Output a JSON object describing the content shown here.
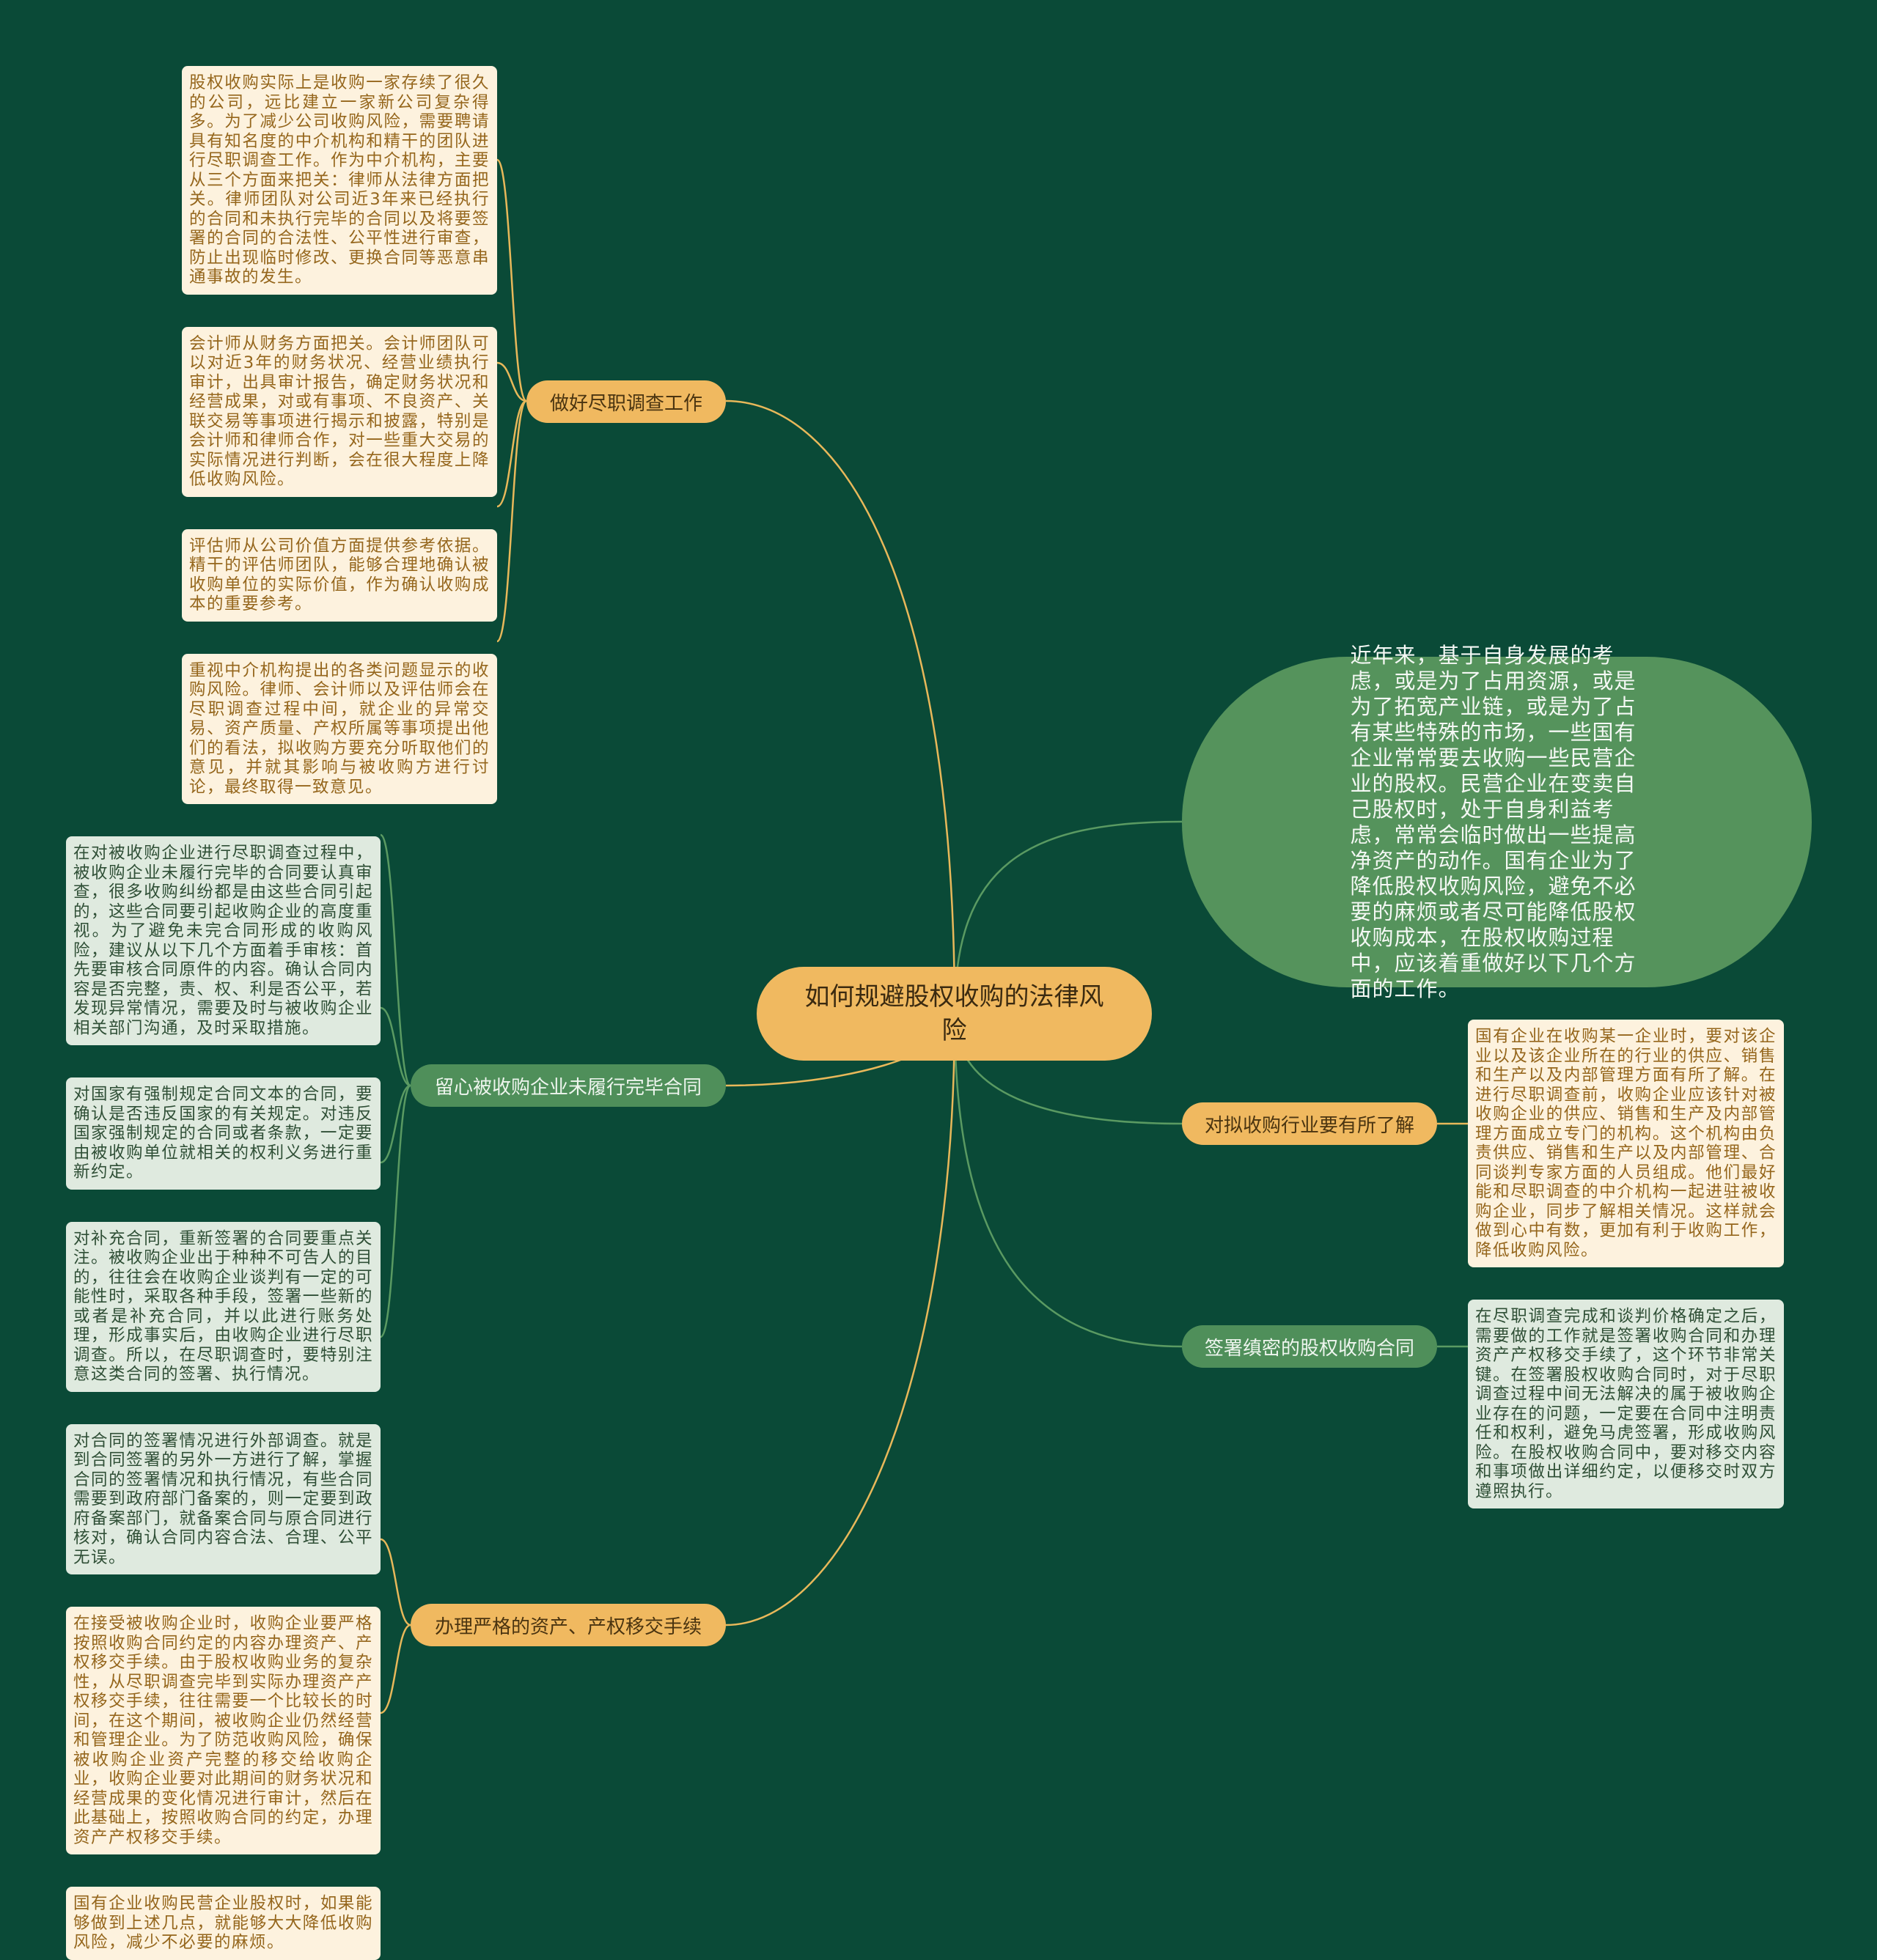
{
  "center": {
    "label": "如何规避股权收购的法律风险"
  },
  "intro": "近年来，基于自身发展的考虑，或是为了占用资源，或是为了拓宽产业链，或是为了占有某些特殊的市场，一些国有企业常常要去收购一些民营企业的股权。民营企业在变卖自己股权时，处于自身利益考虑，常常会临时做出一些提高净资产的动作。国有企业为了降低股权收购风险，避免不必要的麻烦或者尽可能降低股权收购成本，在股权收购过程中，应该着重做好以下几个方面的工作。",
  "branches": [
    {
      "label": "做好尽职调查工作",
      "items": [
        "股权收购实际上是收购一家存续了很久的公司，远比建立一家新公司复杂得多。为了减少公司收购风险，需要聘请具有知名度的中介机构和精干的团队进行尽职调查工作。作为中介机构，主要从三个方面来把关：律师从法律方面把关。律师团队对公司近3年来已经执行的合同和未执行完毕的合同以及将要签署的合同的合法性、公平性进行审查，防止出现临时修改、更换合同等恶意串通事故的发生。",
        "会计师从财务方面把关。会计师团队可以对近3年的财务状况、经营业绩执行审计，出具审计报告，确定财务状况和经营成果，对或有事项、不良资产、关联交易等事项进行揭示和披露，特别是会计师和律师合作，对一些重大交易的实际情况进行判断，会在很大程度上降低收购风险。",
        "评估师从公司价值方面提供参考依据。精干的评估师团队，能够合理地确认被收购单位的实际价值，作为确认收购成本的重要参考。",
        "重视中介机构提出的各类问题显示的收购风险。律师、会计师以及评估师会在尽职调查过程中间，就企业的异常交易、资产质量、产权所属等事项提出他们的看法，拟收购方要充分听取他们的意见，并就其影响与被收购方进行讨论，最终取得一致意见。"
      ]
    },
    {
      "label": "留心被收购企业未履行完毕合同",
      "items": [
        "在对被收购企业进行尽职调查过程中，被收购企业未履行完毕的合同要认真审查，很多收购纠纷都是由这些合同引起的，这些合同要引起收购企业的高度重视。为了避免未完合同形成的收购风险，建议从以下几个方面着手审核：首先要审核合同原件的内容。确认合同内容是否完整，责、权、利是否公平，若发现异常情况，需要及时与被收购企业相关部门沟通，及时采取措施。",
        "对国家有强制规定合同文本的合同，要确认是否违反国家的有关规定。对违反国家强制规定的合同或者条款，一定要由被收购单位就相关的权利义务进行重新约定。",
        "对补充合同，重新签署的合同要重点关注。被收购企业出于种种不可告人的目的，往往会在收购企业谈判有一定的可能性时，采取各种手段，签署一些新的或者是补充合同，并以此进行账务处理，形成事实后，由收购企业进行尽职调查。所以，在尽职调查时，要特别注意这类合同的签署、执行情况。",
        "对合同的签署情况进行外部调查。就是到合同签署的另外一方进行了解，掌握合同的签署情况和执行情况，有些合同需要到政府部门备案的，则一定要到政府备案部门，就备案合同与原合同进行核对，确认合同内容合法、合理、公平无误。"
      ]
    },
    {
      "label": "办理严格的资产、产权移交手续",
      "items": [
        "在接受被收购企业时，收购企业要严格按照收购合同约定的内容办理资产、产权移交手续。由于股权收购业务的复杂性，从尽职调查完毕到实际办理资产产权移交手续，往往需要一个比较长的时间，在这个期间，被收购企业仍然经营和管理企业。为了防范收购风险，确保被收购企业资产完整的移交给收购企业，收购企业要对此期间的财务状况和经营成果的变化情况进行审计，然后在此基础上，按照收购合同的约定，办理资产产权移交手续。",
        "国有企业收购民营企业股权时，如果能够做到上述几点，就能够大大降低收购风险，减少不必要的麻烦。"
      ]
    },
    {
      "label": "对拟收购行业要有所了解",
      "items": [
        "国有企业在收购某一企业时，要对该企业以及该企业所在的行业的供应、销售和生产以及内部管理方面有所了解。在进行尽职调查前，收购企业应该针对被收购企业的供应、销售和生产及内部管理方面成立专门的机构。这个机构由负责供应、销售和生产以及内部管理、合同谈判专家方面的人员组成。他们最好能和尽职调查的中介机构一起进驻被收购企业，同步了解相关情况。这样就会做到心中有数，更加有利于收购工作，降低收购风险。"
      ]
    },
    {
      "label": "签署缜密的股权收购合同",
      "items": [
        "在尽职调查完成和谈判价格确定之后，需要做的工作就是签署收购合同和办理资产产权移交手续了，这个环节非常关键。在签署股权收购合同时，对于尽职调查过程中间无法解决的属于被收购企业存在的问题，一定要在合同中注明责任和权利，避免马虎签署，形成收购风险。在股权收购合同中，要对移交内容和事项做出详细约定，以便移交时双方遵照执行。"
      ]
    }
  ],
  "colors": {
    "background": "#0a4a37",
    "yellow": "#f0b960",
    "green": "#4f8f5a",
    "cream": "#fdf2de",
    "mint": "#dfeadf"
  }
}
